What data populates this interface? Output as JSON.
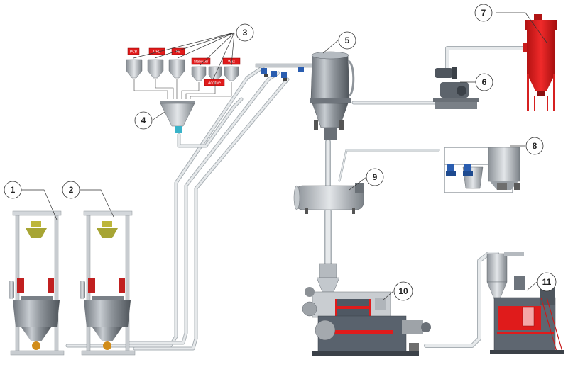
{
  "callouts": [
    {
      "id": "1",
      "label": "1"
    },
    {
      "id": "2",
      "label": "2"
    },
    {
      "id": "3",
      "label": "3"
    },
    {
      "id": "4",
      "label": "4"
    },
    {
      "id": "5",
      "label": "5"
    },
    {
      "id": "6",
      "label": "6"
    },
    {
      "id": "7",
      "label": "7"
    },
    {
      "id": "8",
      "label": "8"
    },
    {
      "id": "9",
      "label": "9"
    },
    {
      "id": "10",
      "label": "10"
    },
    {
      "id": "11",
      "label": "11"
    }
  ],
  "hopper_tags": [
    {
      "label": "PCB"
    },
    {
      "label": "CPE"
    },
    {
      "label": "PE"
    },
    {
      "label": "Stabilizer"
    },
    {
      "label": "Wax"
    },
    {
      "label": "Additive"
    }
  ],
  "colors": {
    "pipe": "#d9dde0",
    "pipe_edge": "#a9b0b5",
    "steel": "#9aa0a6",
    "steel_dark": "#5b6168",
    "frame": "#c8ccd0",
    "red": "#e01b1b",
    "dark_red": "#b01414",
    "machine_grey": "#59626d",
    "blue_motor": "#2a5db0",
    "yellow": "#c8c23a",
    "callout_stroke": "#333333"
  }
}
